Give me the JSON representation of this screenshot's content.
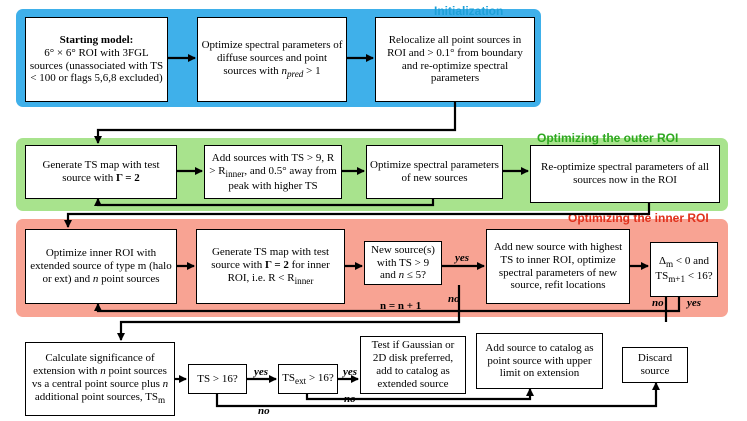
{
  "colors": {
    "initialization": "#3fb0ea",
    "outer_roi": "#a8e38d",
    "inner_roi": "#f8a393",
    "init_title": "#1ea0d8",
    "outer_title": "#2ea820",
    "inner_title": "#e0311c"
  },
  "regions": {
    "initialization": "Initialization",
    "outer_roi": "Optimizing the outer ROI",
    "inner_roi": "Optimizing the inner ROI"
  },
  "boxes": {
    "starting_model_title": "Starting model:",
    "starting_model_body": "6° × 6° ROI with 3FGL sources (unassociated with TS < 100 or flags 5,6,8 excluded)",
    "optimize_diffuse": "Optimize spectral parameters of diffuse sources and point sources with",
    "optimize_diffuse_var": "n",
    "optimize_diffuse_sub": "pred",
    "optimize_diffuse_tail": " > 1",
    "relocalize": "Relocalize all point sources in ROI and > 0.1° from boundary and re-optimize spectral parameters",
    "ts_map_outer_a": "Generate TS map with test source with",
    "ts_map_outer_b": "Γ = 2",
    "add_sources_a": "Add sources with TS > 9, R > R",
    "add_sources_sub": "inner",
    "add_sources_b": ", and 0.5° away from peak with higher TS",
    "optimize_new": "Optimize spectral parameters of new sources",
    "reoptimize_all": "Re-optimize spectral parameters of all sources now in the ROI",
    "optimize_inner_a": "Optimize inner ROI with extended source of type m (halo or ext) and",
    "optimize_inner_var": "n",
    "optimize_inner_b": "point sources",
    "ts_map_inner_a": "Generate TS map with test source with",
    "ts_map_inner_b": "Γ = 2",
    "ts_map_inner_c": "for inner ROI, i.e. R < R",
    "ts_map_inner_sub": "inner",
    "new_source_a": "New source(s) with TS > 9 and",
    "new_source_var": "n",
    "new_source_b": "≤ 5?",
    "add_highest": "Add new source with highest TS to inner ROI, optimize spectral parameters of new source, refit locations",
    "delta_a": "Δ",
    "delta_sub": "m",
    "delta_b": "< 0 and TS",
    "delta_sub2": "m+1",
    "delta_c": "< 16?",
    "calc_sig_a": "Calculate significance of extension with",
    "calc_sig_var": "n",
    "calc_sig_b": "point sources vs a central point source plus",
    "calc_sig_var2": "n",
    "calc_sig_c": "additional point sources, TS",
    "calc_sig_sub": "m",
    "ts16": "TS > 16?",
    "tsext_a": "TS",
    "tsext_sub": "ext",
    "tsext_b": "> 16?",
    "gaussian": "Test if Gaussian or 2D disk preferred, add to catalog as extended source",
    "catalog_point": "Add source to catalog as point source with upper limit on extension",
    "discard": "Discard source"
  },
  "labels": {
    "yes": "yes",
    "no": "no",
    "increment": "n = n + 1"
  }
}
